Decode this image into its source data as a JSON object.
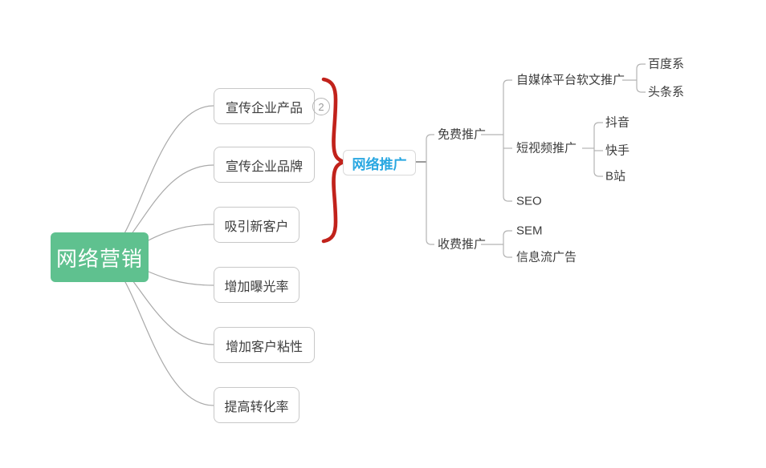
{
  "mindmap": {
    "root": {
      "label": "网络营销"
    },
    "goals": [
      {
        "label": "宣传企业产品"
      },
      {
        "label": "宣传企业品牌"
      },
      {
        "label": "吸引新客户"
      },
      {
        "label": "增加曝光率"
      },
      {
        "label": "增加客户粘性"
      },
      {
        "label": "提高转化率"
      }
    ],
    "brace_badge": "2",
    "hub": {
      "label": "网络推广"
    },
    "free": {
      "label": "免费推广",
      "media": {
        "label": "自媒体平台软文推广",
        "children": [
          {
            "label": "百度系"
          },
          {
            "label": "头条系"
          }
        ]
      },
      "video": {
        "label": "短视频推广",
        "children": [
          {
            "label": "抖音"
          },
          {
            "label": "快手"
          },
          {
            "label": "B站"
          }
        ]
      },
      "seo": {
        "label": "SEO"
      }
    },
    "paid": {
      "label": "收费推广",
      "children": [
        {
          "label": "SEM"
        },
        {
          "label": "信息流广告"
        }
      ]
    }
  },
  "colors": {
    "root_bg": "#5FC18F",
    "root_text": "#FFFFFF",
    "hub_text": "#29A7E1",
    "brace_red": "#C1221B",
    "node_text": "#3D3D3D",
    "node_border": "#C8C8C8",
    "connector": "#A9A9A9"
  }
}
